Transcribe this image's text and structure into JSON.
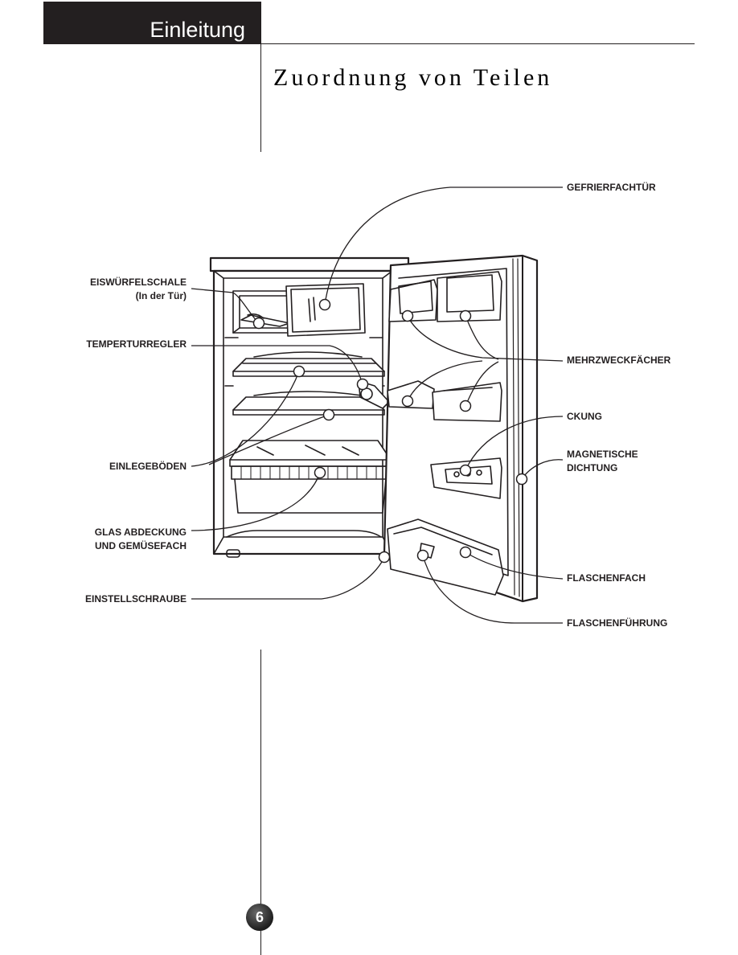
{
  "header": {
    "section": "Einleitung",
    "title": "Zuordnung von Teilen"
  },
  "labels": {
    "gefrierfachtuer": "GEFRIERFACHTÜR",
    "eiswuerfelschale_1": "EISWÜRFELSCHALE",
    "eiswuerfelschale_2": "(In der Tür)",
    "temperaturregler": "TEMPERTURREGLER",
    "mehrzweckfaecher": "MEHRZWECKFÄCHER",
    "ckung": "CKUNG",
    "magnetische_1": "MAGNETISCHE",
    "magnetische_2": "DICHTUNG",
    "einlegeboeden": "EINLEGEBÖDEN",
    "glas_1": "GLAS ABDECKUNG",
    "glas_2": "UND GEMÜSEFACH",
    "einstellschraube": "EINSTELLSCHRAUBE",
    "flaschenfach": "FLASCHENFACH",
    "flaschenfuehrung": "FLASCHENFÜHRUNG"
  },
  "page_number": "6"
}
